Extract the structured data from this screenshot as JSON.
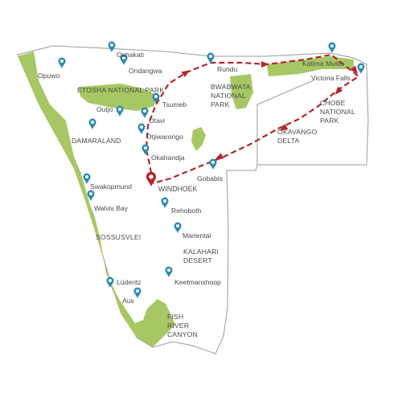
{
  "colors": {
    "land": "#ffffff",
    "border": "#9a9a9a",
    "park": "#a7c764",
    "route": "#b5262b",
    "pin": "#2a8ab3",
    "start_pin": "#b5262b",
    "text": "#4a4a4a"
  },
  "icons": {
    "town": "map-pin-icon",
    "start": "start-pin-icon"
  },
  "towns": [
    {
      "id": "opuwo",
      "name": "Opuwo"
    },
    {
      "id": "oshakati",
      "name": "Oshakati"
    },
    {
      "id": "ondangwa",
      "name": "Ondangwa"
    },
    {
      "id": "rundu",
      "name": "Rundu"
    },
    {
      "id": "katima",
      "name": "Katima Mulilo"
    },
    {
      "id": "vicfalls",
      "name": "Victoria Falls"
    },
    {
      "id": "tsumeb",
      "name": "Tsumeb"
    },
    {
      "id": "outjo",
      "name": "Outjo"
    },
    {
      "id": "otavi",
      "name": "Otavi"
    },
    {
      "id": "otjiwarongo",
      "name": "Otjiwarongo"
    },
    {
      "id": "okahandja",
      "name": "Okahandja"
    },
    {
      "id": "gobabis",
      "name": "Gobabis"
    },
    {
      "id": "swakopmund",
      "name": "Swakopmund"
    },
    {
      "id": "walvis",
      "name": "Walvis Bay"
    },
    {
      "id": "rehoboth",
      "name": "Rehoboth"
    },
    {
      "id": "mariental",
      "name": "Mariental"
    },
    {
      "id": "keetmanshoop",
      "name": "Keetmanshoop"
    },
    {
      "id": "luderitz",
      "name": "Lüderitz"
    },
    {
      "id": "aus",
      "name": "Aus"
    }
  ],
  "unlabeled_pins": 1,
  "start": {
    "name": "WINDHOEK"
  },
  "regions": {
    "etosha": "ETOSHA NATIONAL PARK",
    "bwabwata": [
      "BWABWATA",
      "NATIONAL",
      "PARK"
    ],
    "chobe": [
      "CHOBE",
      "NATIONAL",
      "PARK"
    ],
    "okavango": [
      "OKAVANGO",
      "DELTA"
    ],
    "damaraland": "DAMARALAND",
    "sossusvlei": "SOSSUSVLEI",
    "kalahari": [
      "KALAHARI",
      "DESERT"
    ],
    "fishriver": [
      "FISH",
      "RIVER",
      "CANYON"
    ]
  }
}
